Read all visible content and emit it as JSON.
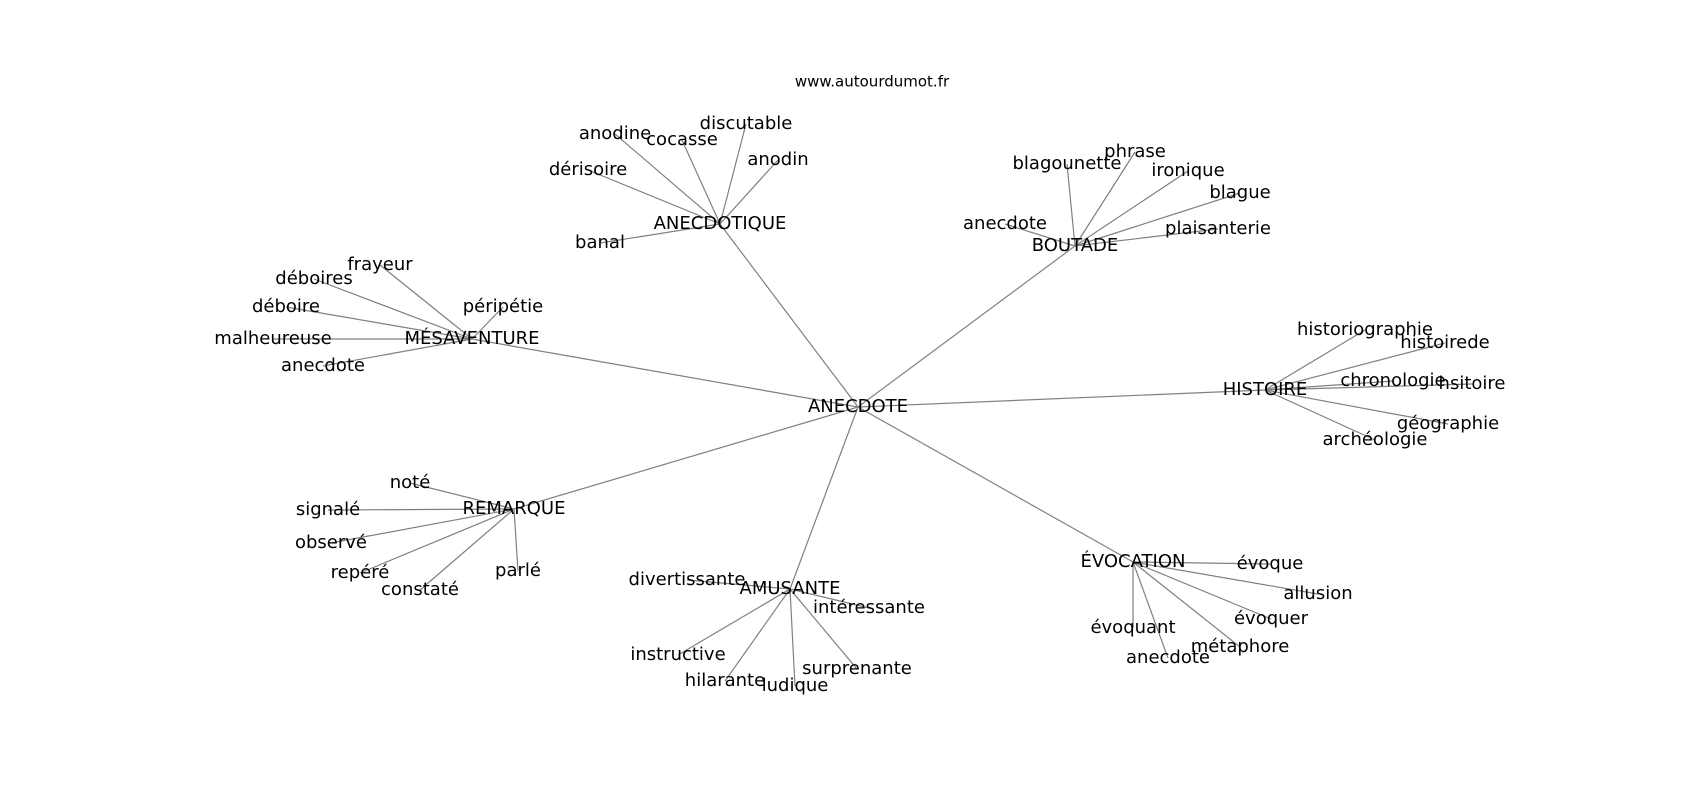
{
  "header": {
    "site": "www.autourdumot.fr"
  },
  "graph": {
    "center": "ANECDOTE",
    "clusters": [
      {
        "hub": "ANECDOTIQUE",
        "leaves": [
          "anodine",
          "cocasse",
          "discutable",
          "anodin",
          "dérisoire",
          "banal"
        ]
      },
      {
        "hub": "BOUTADE",
        "leaves": [
          "blagounette",
          "phrase",
          "ironique",
          "blague",
          "anecdote",
          "plaisanterie"
        ]
      },
      {
        "hub": "MÉSAVENTURE",
        "leaves": [
          "frayeur",
          "déboires",
          "déboire",
          "péripétie",
          "malheureuse",
          "anecdote"
        ]
      },
      {
        "hub": "HISTOIRE",
        "leaves": [
          "historiographie",
          "histoirede",
          "chronologie",
          "hsitoire",
          "géographie",
          "archéologie"
        ]
      },
      {
        "hub": "REMARQUE",
        "leaves": [
          "noté",
          "signalé",
          "observé",
          "repéré",
          "constaté",
          "parlé"
        ]
      },
      {
        "hub": "AMUSANTE",
        "leaves": [
          "divertissante",
          "intéressante",
          "instructive",
          "surprenante",
          "hilarante",
          "ludique"
        ]
      },
      {
        "hub": "ÉVOCATION",
        "leaves": [
          "évoque",
          "allusion",
          "évoquer",
          "évoquant",
          "métaphore",
          "anecdote"
        ]
      }
    ]
  }
}
